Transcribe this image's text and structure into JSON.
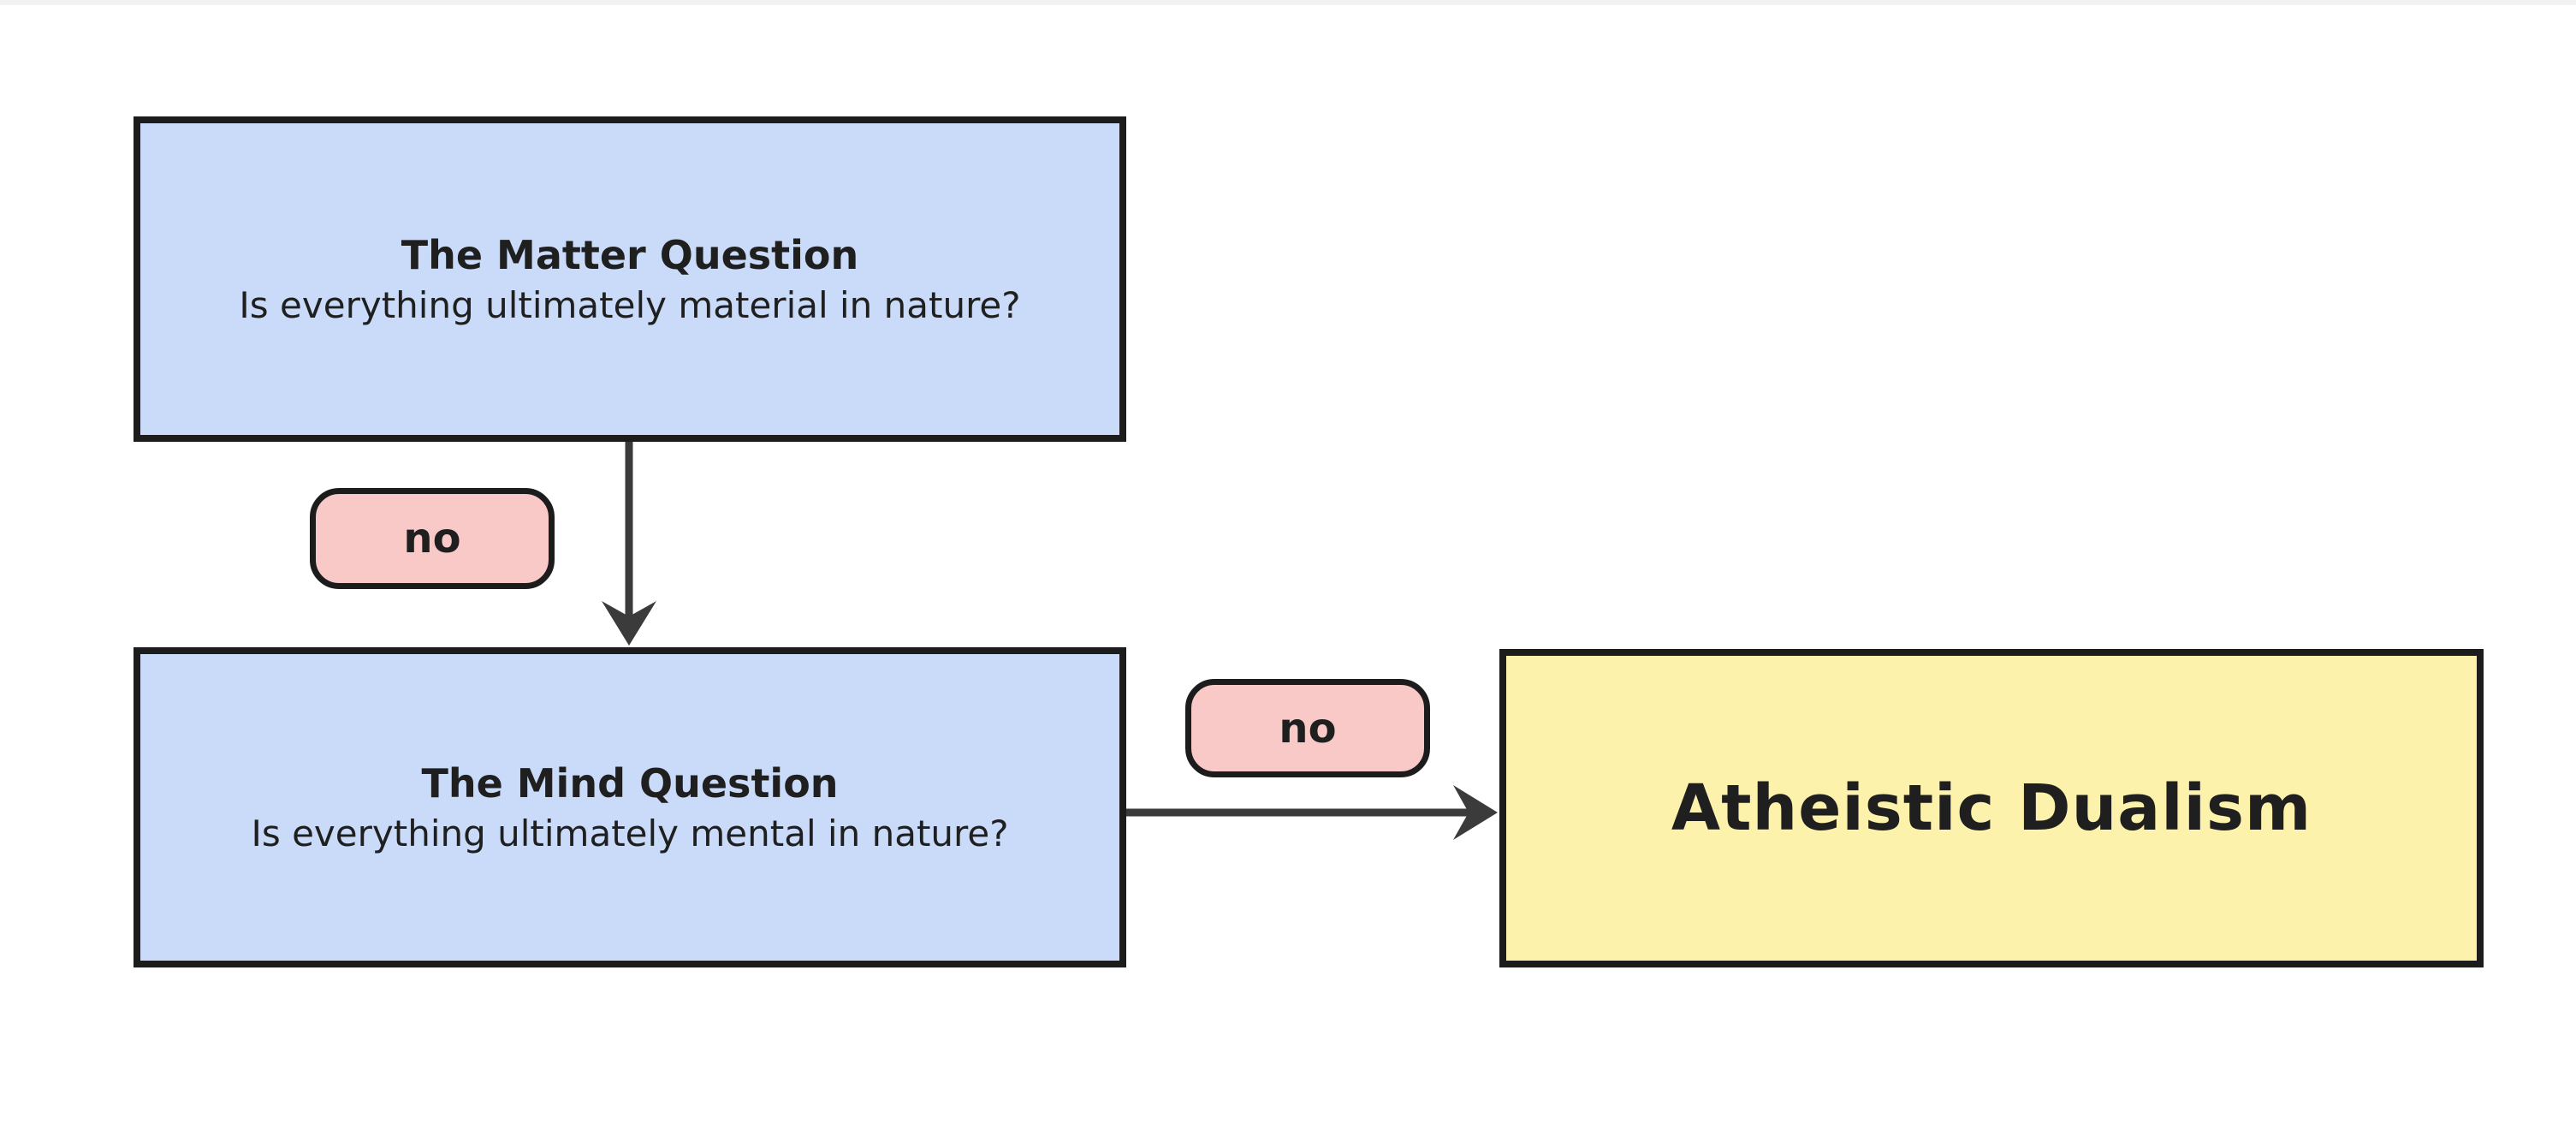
{
  "diagram": {
    "type": "flowchart",
    "background_color": "#ffffff",
    "top_strip_color": "#f2f2f2",
    "colors": {
      "question_node_fill": "#c9dbf9",
      "result_node_fill": "#fcf2ab",
      "edge_label_fill": "#f9c9c8",
      "node_border": "#1c1c1c",
      "arrow": "#3b3b3b",
      "text": "#1f1f1f"
    },
    "nodes": {
      "matter_question": {
        "title": "The Matter Question",
        "subtitle": "Is everything ultimately material in nature?"
      },
      "mind_question": {
        "title": "The Mind Question",
        "subtitle": "Is everything ultimately mental in nature?"
      },
      "result": {
        "label": "Atheistic Dualism"
      }
    },
    "edges": {
      "matter_to_mind": {
        "label": "no",
        "direction": "down"
      },
      "mind_to_result": {
        "label": "no",
        "direction": "right"
      }
    }
  }
}
